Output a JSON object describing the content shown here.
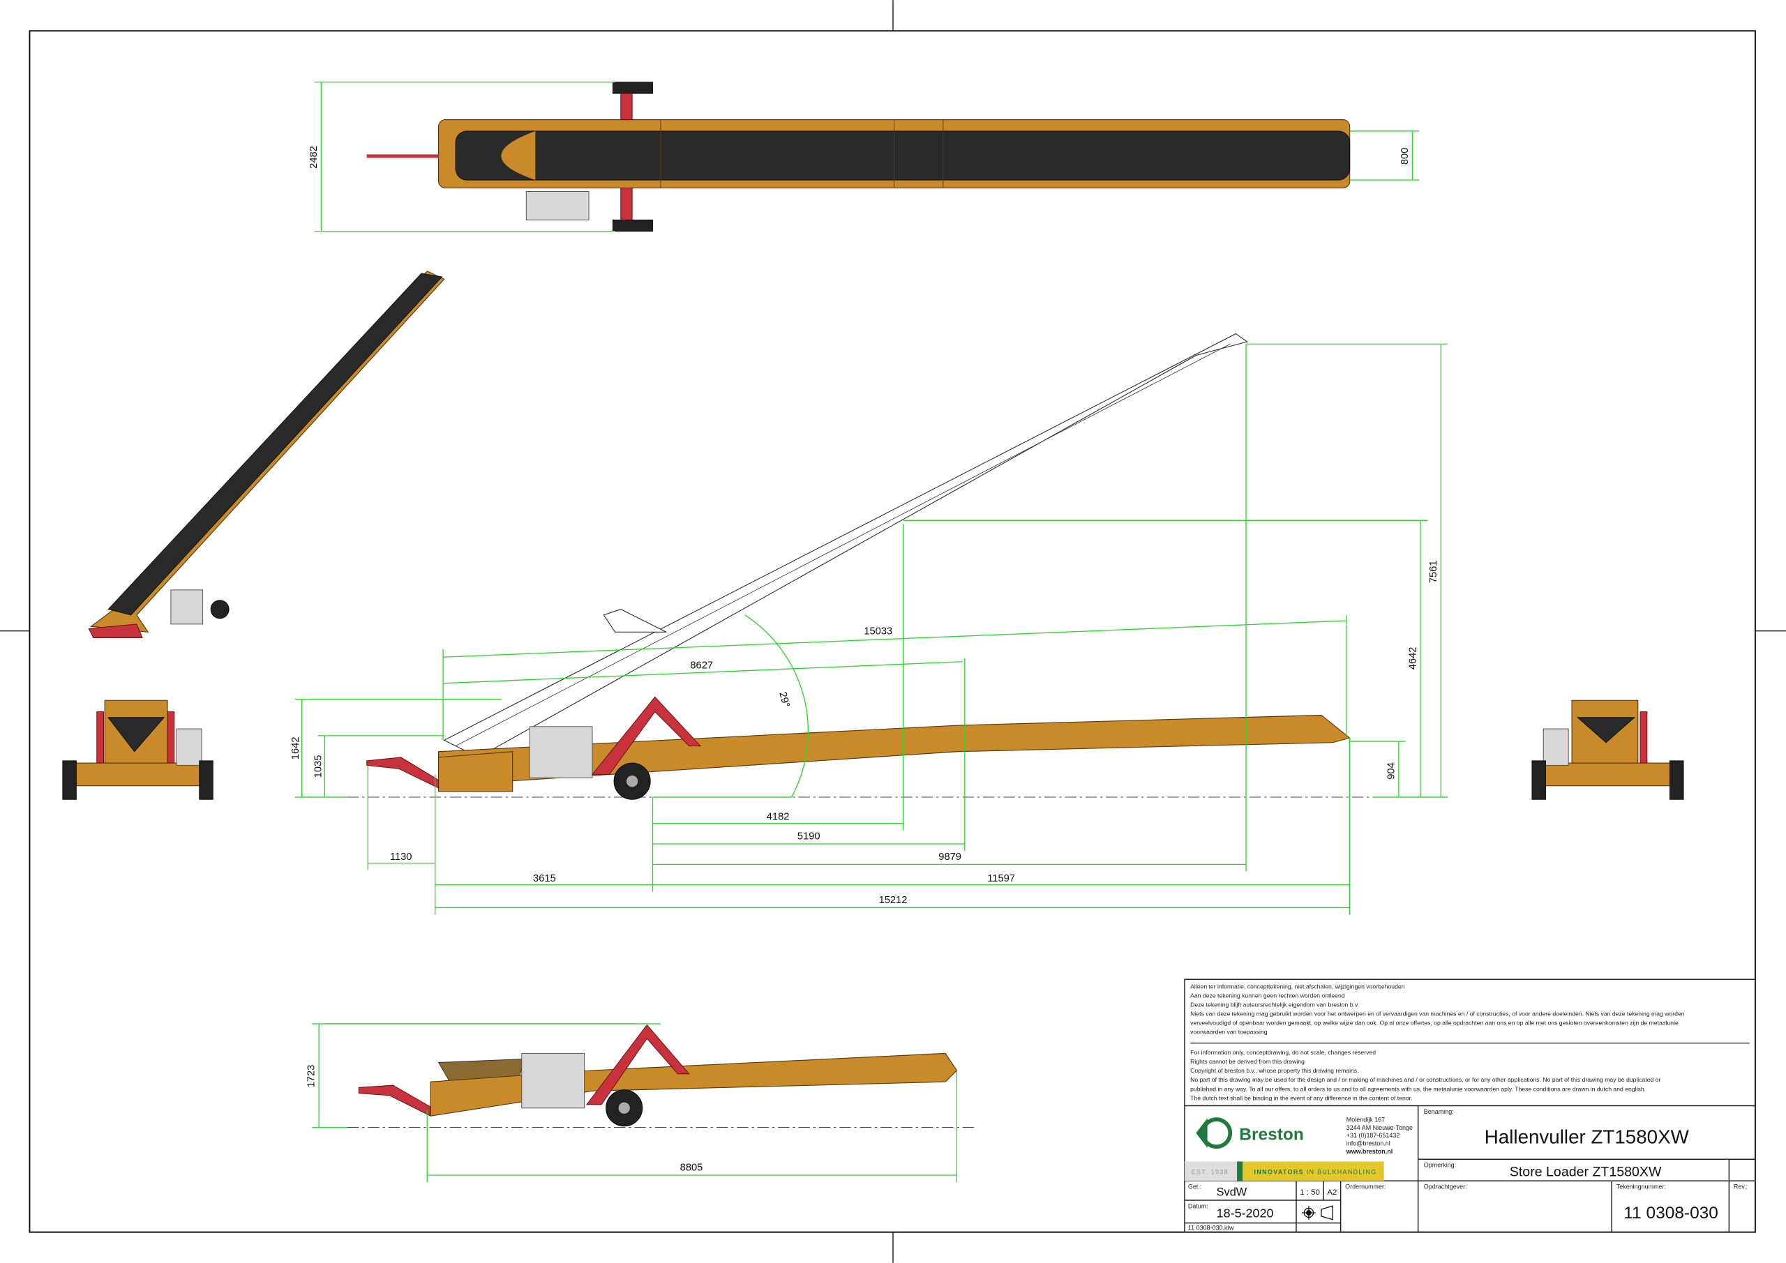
{
  "dimensions": {
    "top_width": "2482",
    "belt_width": "800",
    "h_1642": "1642",
    "h_1035": "1035",
    "d_1130": "1130",
    "d_3615": "3615",
    "d_4182": "4182",
    "d_5190": "5190",
    "d_9879": "9879",
    "d_11597": "11597",
    "d_15212": "15212",
    "d_15033": "15033",
    "d_8627": "8627",
    "angle": "29°",
    "h_7561": "7561",
    "h_4642": "4642",
    "h_904": "904",
    "h_1723": "1723",
    "d_8805": "8805"
  },
  "disclaimer_nl": [
    "Alleen ter informatie, concepttekening, niet afschalen, wijzigingen voorbehouden",
    "Aan deze tekening kunnen geen rechten worden ontleend",
    "Deze tekening blijft auteursrechtelijk eigendom van breston b.v.",
    "Niets van deze tekening mag gebruikt worden voor het ontwerpen en of vervaardigen van machines en / of constructies, of voor andere doeleinden. Niets van deze tekening mag worden",
    "verveelvoudigd of openbaar worden gemaakt, op welke wijze dan ook. Op al onze offertes, op alle opdrachten aan ons en op alle met ons gesloten overeenkomsten zijn de metaalunie",
    "voorwaarden van toepassing"
  ],
  "disclaimer_en": [
    "For information only, conceptdrawing, do not scale, changes reserved",
    "Rights cannot be derived from this drawing",
    "Copyright of breston b.v., whose property this drawing remains.",
    "No part of this drawing may be used for the design and / or making of machines and / or constructions, or for any other applications. No part of this drawing may be duplicated or",
    "published in any way. To all our offers, to all orders to us and to all agreements with us, the metaalunie voorwaarden aply. These conditions are drawn in dutch and english.",
    "The dutch text shall be binding in the event of any difference in the content of tenor."
  ],
  "company": {
    "name": "Breston",
    "address": [
      "Molendijk 167",
      "3244 AM Nieuwe-Tonge",
      "+31 (0)187-651432",
      "info@breston.nl",
      "www.breston.nl"
    ],
    "est": "EST. 1938",
    "tagline_bold": "INNOVATORS",
    "tagline_rest": " IN BULKHANDLING",
    "green": "#1f7a3c",
    "yellow": "#e4c72a"
  },
  "title_block": {
    "benaming_label": "Benaming:",
    "benaming": "Hallenvuller ZT1580XW",
    "opmerking_label": "Opmerking:",
    "opmerking": "Store Loader ZT1580XW",
    "get_label": "Get.:",
    "get": "SvdW",
    "scale": "1 : 50",
    "sheet": "A2",
    "datum_label": "Datum:",
    "datum": "18-5-2020",
    "ordernummer_label": "Ordernummer:",
    "opdrachtgever_label": "Opdrachtgever:",
    "tekeningnummer_label": "Tekeningnummer:",
    "tekeningnummer": "11 0308-030",
    "rev_label": "Rev.:",
    "filename": "11 0308-030.idw"
  }
}
